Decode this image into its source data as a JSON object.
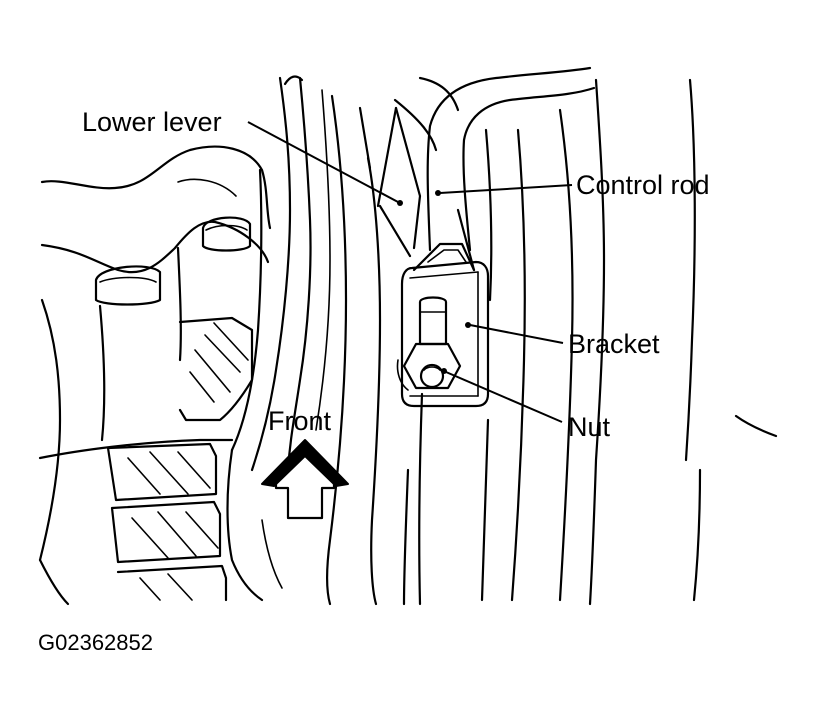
{
  "labels": {
    "lower_lever": "Lower lever",
    "control_rod": "Control rod",
    "bracket": "Bracket",
    "nut": "Nut",
    "front": "Front"
  },
  "figure_code": "G02362852"
}
